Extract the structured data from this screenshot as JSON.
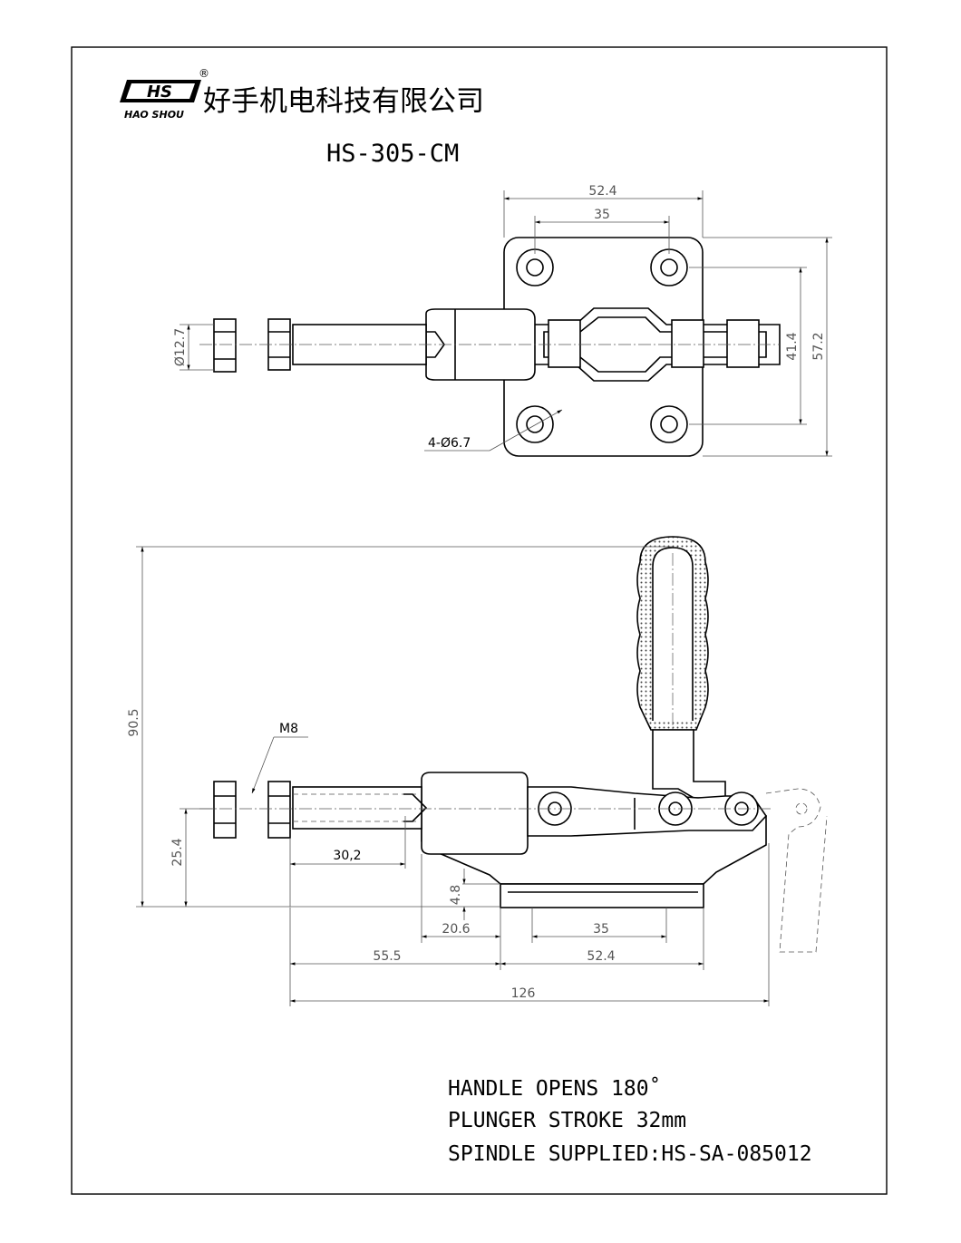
{
  "header": {
    "logo_mark": "HS",
    "logo_registered": "®",
    "logo_sub": "HAO SHOU",
    "company_name": "好手机电科技有限公司",
    "model": "HS-305-CM"
  },
  "top_view": {
    "dims": {
      "base_width": "52.4",
      "hole_spacing_x": "35",
      "plunger_dia": "Ø12.7",
      "hole_spacing_y": "41.4",
      "base_height": "57.2",
      "holes": "4-Ø6.7"
    }
  },
  "side_view": {
    "dims": {
      "thread": "M8",
      "overall_height": "90.5",
      "plunger_height": "25.4",
      "thread_length": "30,2",
      "base_thickness": "4.8",
      "body_front": "20.6",
      "hole_spacing": "35",
      "plunger_reach": "55.5",
      "base_length": "52.4",
      "overall_length": "126"
    }
  },
  "notes": [
    "HANDLE OPENS 180˚",
    "PLUNGER STROKE  32mm",
    "SPINDLE SUPPLIED:HS-SA-085012"
  ]
}
